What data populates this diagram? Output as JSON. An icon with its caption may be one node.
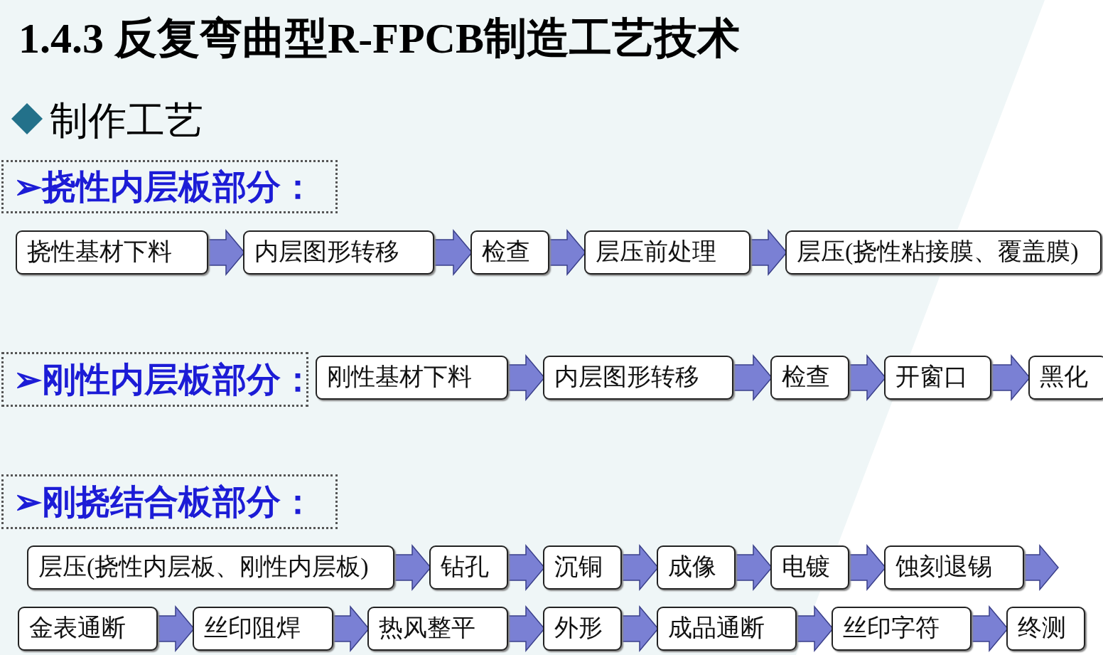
{
  "diagram": {
    "title": "1.4.3 反复弯曲型R-FPCB制造工艺技术",
    "nodes": [
      {
        "text": [
          "➢挠性内层板部分："
        ]
      },
      {
        "text": [
          "挠性基材下料"
        ]
      },
      {
        "text": [
          "内层图形转移"
        ]
      },
      {
        "text": [
          "检查"
        ]
      },
      {
        "text": [
          "层压前处理"
        ]
      },
      {
        "text": [
          "层压(挠性粘接膜、覆盖膜)"
        ]
      },
      {
        "text": [
          "➢刚性内层板部分："
        ]
      },
      {
        "text": [
          "刚性基材下料"
        ]
      },
      {
        "text": [
          "内层图形转移"
        ]
      },
      {
        "text": [
          "检查"
        ]
      },
      {
        "text": [
          "开窗口"
        ]
      },
      {
        "text": [
          "黑化"
        ]
      },
      {
        "text": [
          "➢刚挠结合板部分："
        ]
      },
      {
        "text": [
          "层压(挠性内层板、刚性内层板)"
        ]
      },
      {
        "text": [
          "钻孔"
        ]
      },
      {
        "text": [
          "沉铜"
        ]
      },
      {
        "text": [
          "成像"
        ]
      },
      {
        "text": [
          "电镀"
        ]
      },
      {
        "text": [
          "蚀刻退锡"
        ]
      },
      {
        "text": [
          "金表通断"
        ]
      },
      {
        "text": [
          "丝印阻焊"
        ]
      },
      {
        "text": [
          "热风整平"
        ]
      },
      {
        "text": [
          "外形"
        ]
      },
      {
        "text": [
          "成品通断"
        ]
      },
      {
        "text": [
          "丝印字符"
        ]
      },
      {
        "text": [
          "终测"
        ]
      }
    ],
    "edges": [
      {
        "from": 1,
        "to": 2,
        "arrow": "to"
      },
      {
        "from": 2,
        "to": 3,
        "arrow": "to"
      },
      {
        "from": 3,
        "to": 4,
        "arrow": "to"
      },
      {
        "from": 4,
        "to": 5,
        "arrow": "to"
      },
      {
        "from": 7,
        "to": 8,
        "arrow": "to"
      },
      {
        "from": 8,
        "to": 9,
        "arrow": "to"
      },
      {
        "from": 9,
        "to": 10,
        "arrow": "to"
      },
      {
        "from": 10,
        "to": 11,
        "arrow": "to"
      },
      {
        "from": 13,
        "to": 14,
        "arrow": "to"
      },
      {
        "from": 14,
        "to": 15,
        "arrow": "to"
      },
      {
        "from": 15,
        "to": 16,
        "arrow": "to"
      },
      {
        "from": 16,
        "to": 17,
        "arrow": "to"
      },
      {
        "from": 17,
        "to": 18,
        "arrow": "to"
      },
      {
        "from": 18,
        "to": null,
        "arrow": "to"
      },
      {
        "from": 19,
        "to": 20,
        "arrow": "to"
      },
      {
        "from": 20,
        "to": 21,
        "arrow": "to"
      },
      {
        "from": 21,
        "to": 22,
        "arrow": "to"
      },
      {
        "from": 22,
        "to": 23,
        "arrow": "to"
      },
      {
        "from": 23,
        "to": 24,
        "arrow": "to"
      },
      {
        "from": 24,
        "to": 25,
        "arrow": "to"
      }
    ],
    "labels": [
      "制作工艺"
    ]
  }
}
